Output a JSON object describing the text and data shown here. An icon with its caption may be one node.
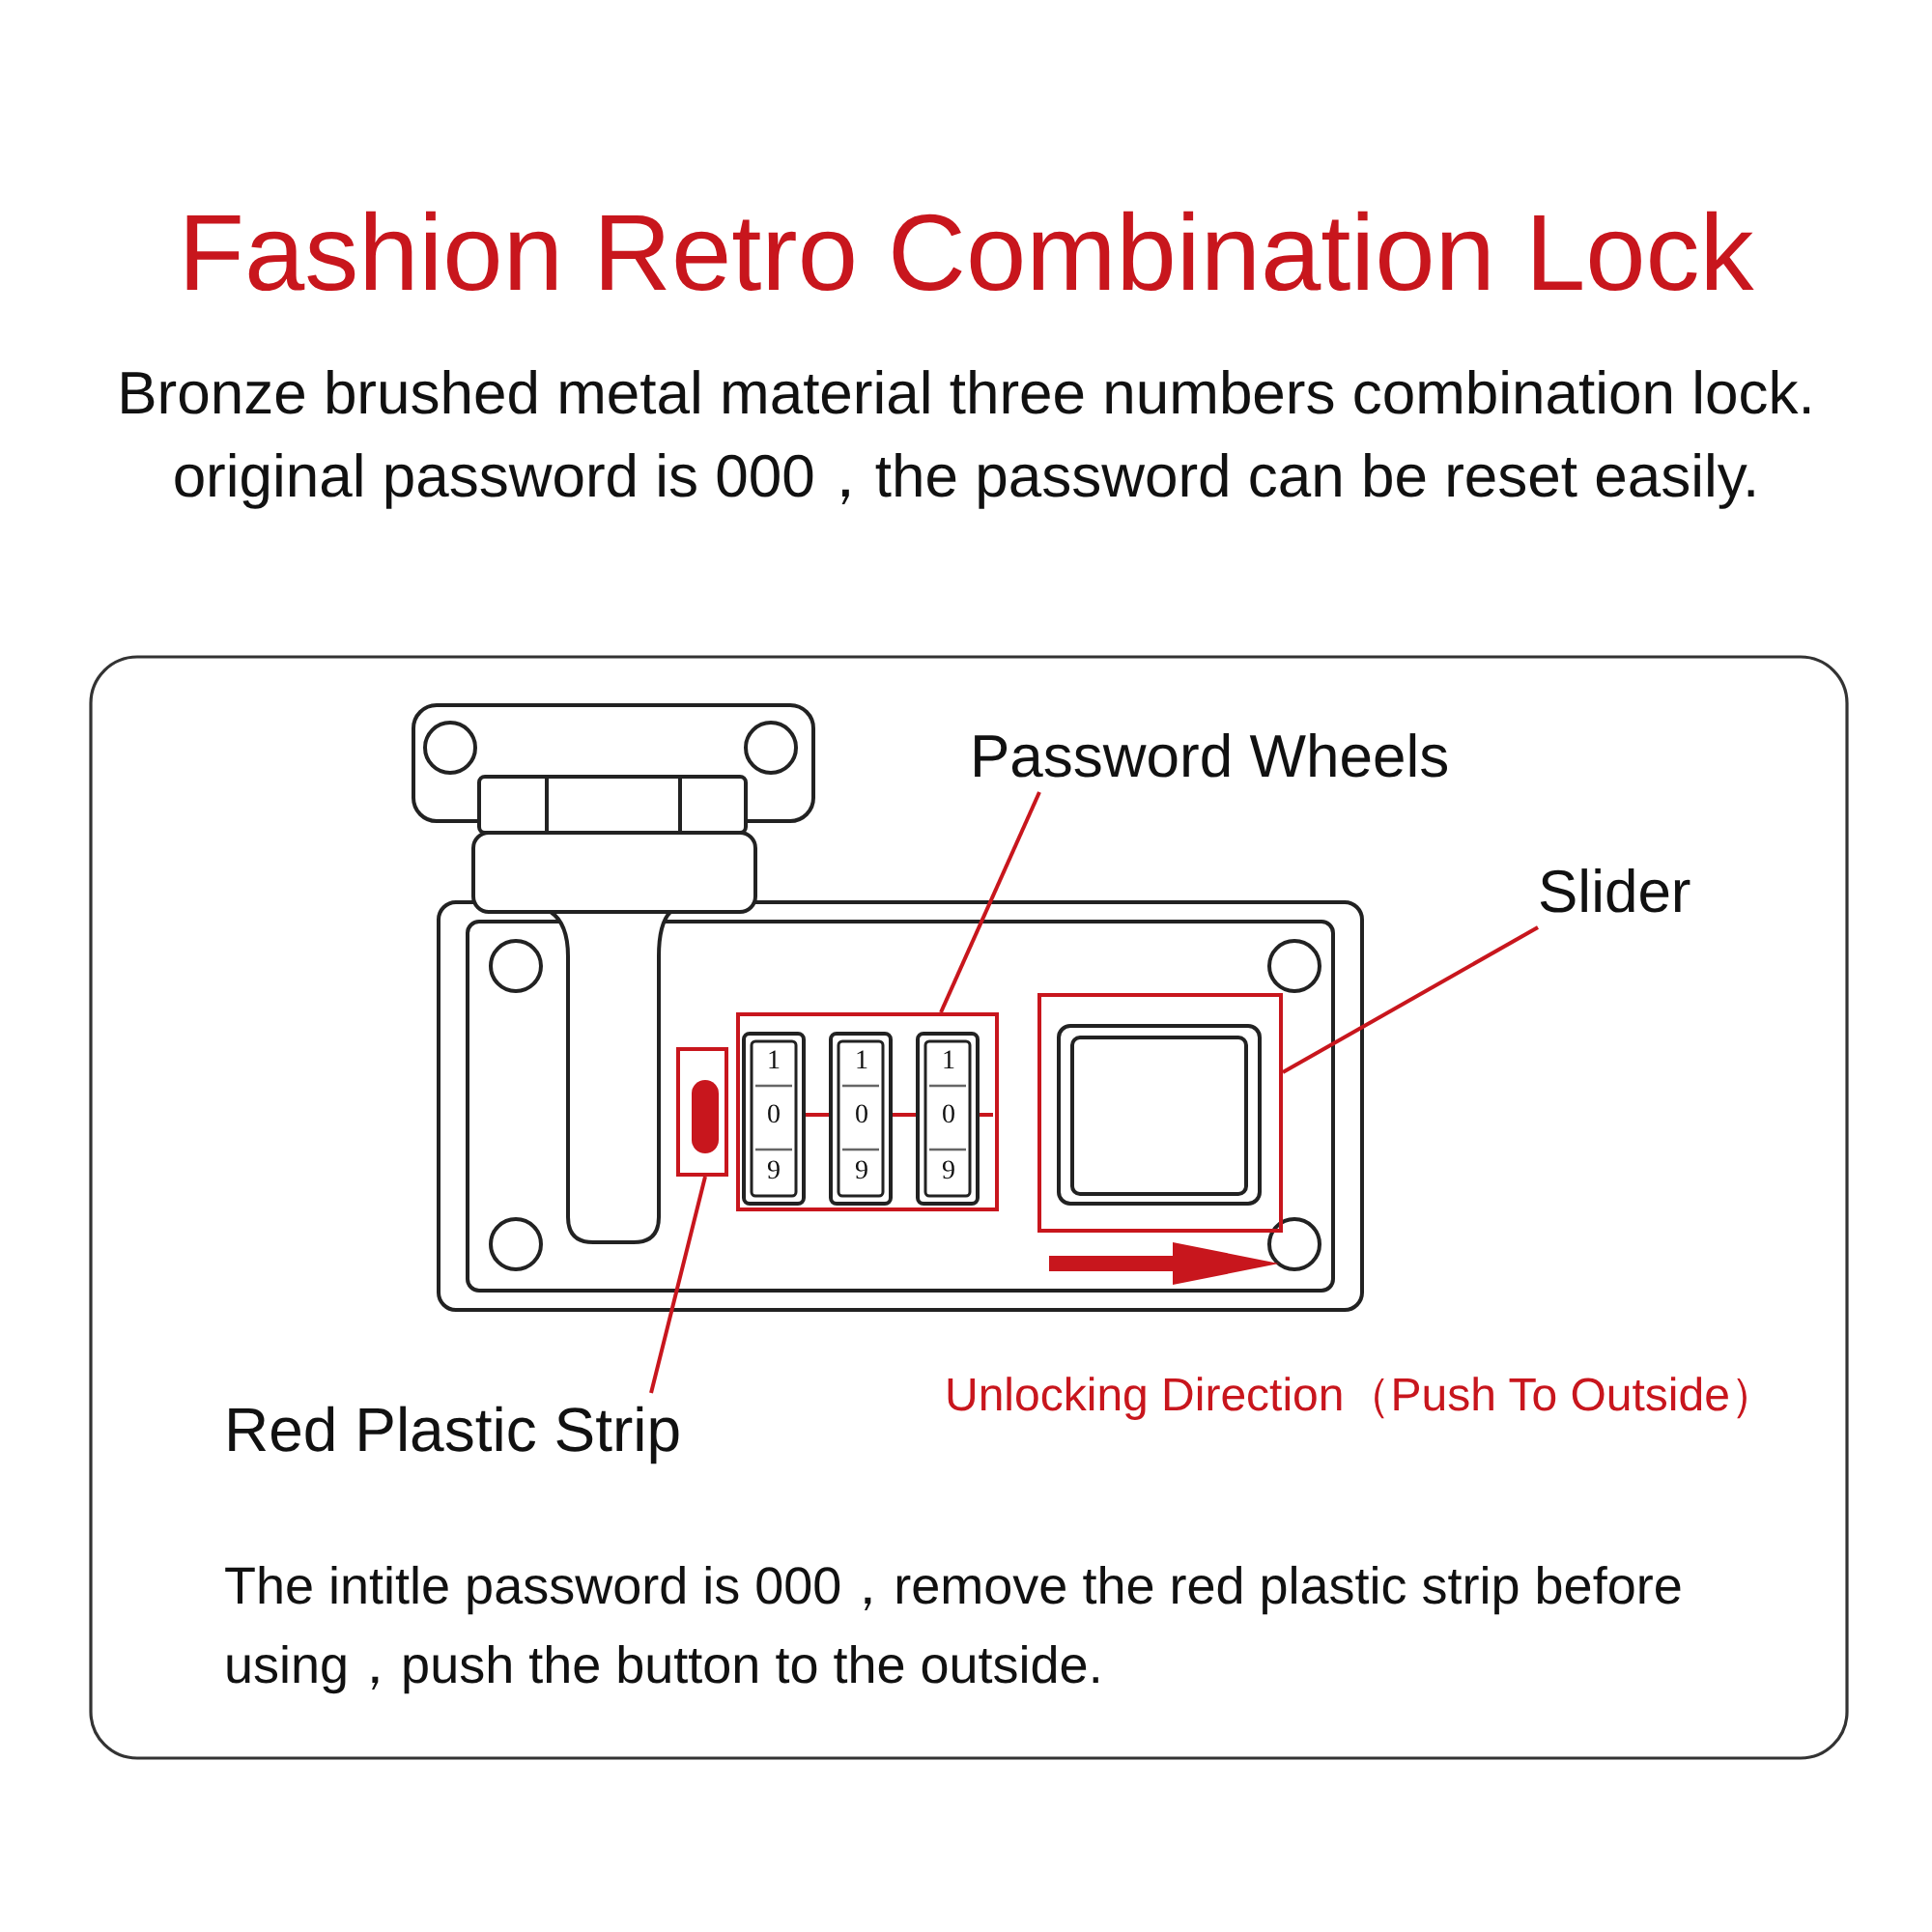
{
  "diagram": {
    "title": "Fashion Retro Combination Lock",
    "nodes": [
      {
        "text": [
          "Password Wheels"
        ]
      },
      {
        "text": [
          "Slider"
        ]
      },
      {
        "text": [
          "Red Plastic Strip"
        ]
      },
      {
        "text": [],
        "shape": "box"
      },
      {
        "text": [],
        "shape": "box"
      },
      {
        "text": [],
        "shape": "box"
      }
    ],
    "edges": [
      {
        "from": 0,
        "to": 4,
        "arrow": "none"
      },
      {
        "from": 1,
        "to": 5,
        "arrow": "none"
      },
      {
        "from": 2,
        "to": 3,
        "arrow": "none"
      }
    ],
    "labels": [
      "Bronze brushed metal material three numbers combination lock. original password is 000，the password can be reset easily.",
      "1",
      "1",
      "1",
      "0",
      "0",
      "0",
      "9",
      "9",
      "9",
      "Unlocking Direction（Push To Outside）",
      "The intitle password is 000，remove the red plastic strip before using，push the button to the outside."
    ]
  }
}
